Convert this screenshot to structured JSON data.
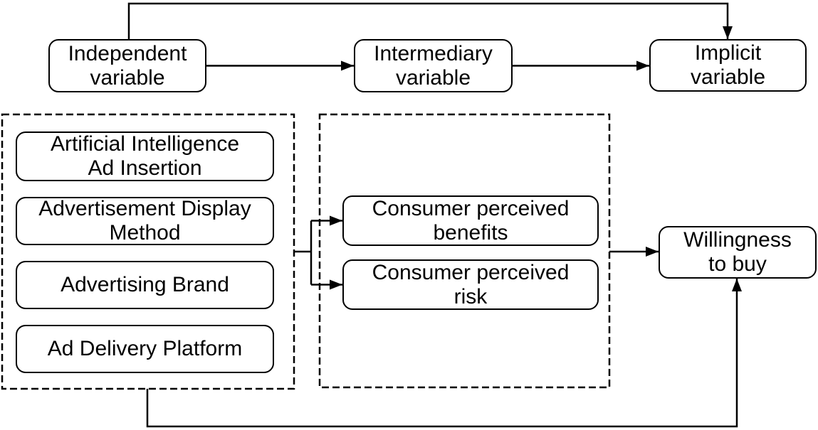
{
  "diagram": {
    "top_row": {
      "independent": {
        "label": "Independent\nvariable"
      },
      "intermediary": {
        "label": "Intermediary\nvariable"
      },
      "implicit": {
        "label": "Implicit\nvariable"
      }
    },
    "independent_group": {
      "items": [
        {
          "label": "Artificial Intelligence\nAd Insertion"
        },
        {
          "label": "Advertisement Display\nMethod"
        },
        {
          "label": "Advertising Brand"
        },
        {
          "label": "Ad Delivery Platform"
        }
      ]
    },
    "intermediary_group": {
      "items": [
        {
          "label": "Consumer perceived\nbenefits"
        },
        {
          "label": "Consumer perceived\nrisk"
        }
      ]
    },
    "outcome": {
      "label": "Willingness\nto buy"
    },
    "edges": [
      {
        "from": "independent-variable",
        "to": "implicit-variable",
        "route": "top-loop"
      },
      {
        "from": "independent-variable",
        "to": "intermediary-variable",
        "route": "direct"
      },
      {
        "from": "intermediary-variable",
        "to": "implicit-variable",
        "route": "direct"
      },
      {
        "from": "independent-variables-group",
        "to": "consumer-perceived-benefits",
        "route": "branch"
      },
      {
        "from": "independent-variables-group",
        "to": "consumer-perceived-risk",
        "route": "branch"
      },
      {
        "from": "intermediary-variables-group",
        "to": "willingness-to-buy",
        "route": "direct"
      },
      {
        "from": "independent-variables-group",
        "to": "willingness-to-buy",
        "route": "bottom-loop"
      }
    ],
    "colors": {
      "stroke": "#000000",
      "background": "#ffffff",
      "text": "#000000"
    }
  }
}
